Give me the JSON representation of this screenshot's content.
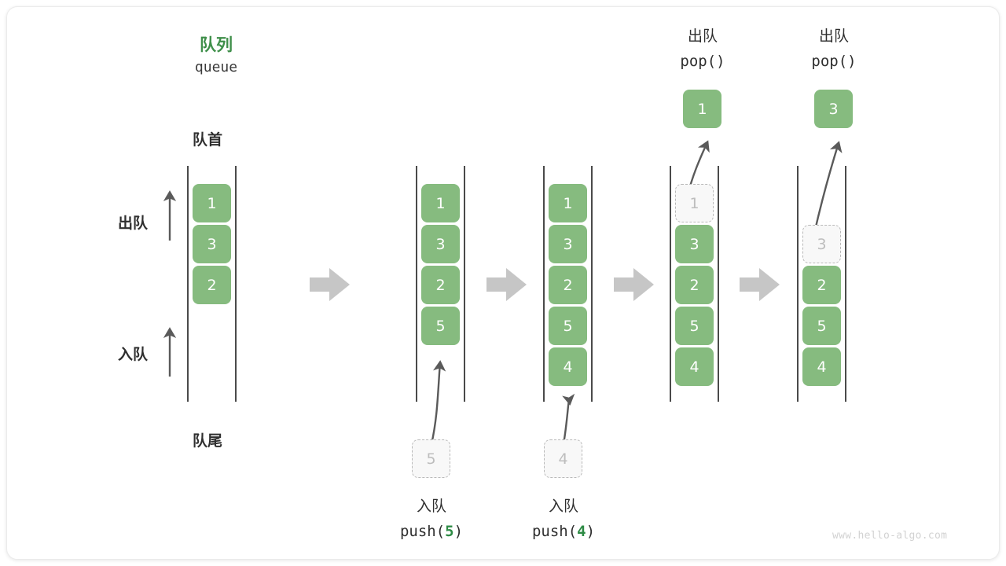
{
  "figure": {
    "title_cn": "队列",
    "title_en": "queue",
    "head_label": "队首",
    "tail_label": "队尾",
    "dequeue_label": "出队",
    "enqueue_label": "入队",
    "watermark": "www.hello-algo.com",
    "accent_green": "#86bb7f",
    "title_green": "#3f8f4a",
    "ghost_grey": "#bdbdbd",
    "arrow_grey": "#c6c6c6",
    "rail_color": "#4a4a4a"
  },
  "steps": [
    {
      "id": "initial",
      "caption_cn": "",
      "caption_code": "",
      "items": [
        {
          "value": "1",
          "state": "filled"
        },
        {
          "value": "3",
          "state": "filled"
        },
        {
          "value": "2",
          "state": "filled"
        }
      ],
      "floating": null,
      "incoming": null
    },
    {
      "id": "push-5",
      "caption_cn": "入队",
      "caption_code_prefix": "push(",
      "caption_code_arg": "5",
      "caption_code_suffix": ")",
      "items": [
        {
          "value": "1",
          "state": "filled"
        },
        {
          "value": "3",
          "state": "filled"
        },
        {
          "value": "2",
          "state": "filled"
        },
        {
          "value": "5",
          "state": "filled"
        }
      ],
      "incoming": {
        "value": "5",
        "state": "ghost"
      }
    },
    {
      "id": "push-4",
      "caption_cn": "入队",
      "caption_code_prefix": "push(",
      "caption_code_arg": "4",
      "caption_code_suffix": ")",
      "items": [
        {
          "value": "1",
          "state": "filled"
        },
        {
          "value": "3",
          "state": "filled"
        },
        {
          "value": "2",
          "state": "filled"
        },
        {
          "value": "5",
          "state": "filled"
        },
        {
          "value": "4",
          "state": "filled"
        }
      ],
      "incoming": {
        "value": "4",
        "state": "ghost"
      }
    },
    {
      "id": "pop-1",
      "header_cn": "出队",
      "header_code": "pop()",
      "items": [
        {
          "value": "1",
          "state": "ghost"
        },
        {
          "value": "3",
          "state": "filled"
        },
        {
          "value": "2",
          "state": "filled"
        },
        {
          "value": "5",
          "state": "filled"
        },
        {
          "value": "4",
          "state": "filled"
        }
      ],
      "popped": {
        "value": "1",
        "state": "filled"
      }
    },
    {
      "id": "pop-3",
      "header_cn": "出队",
      "header_code": "pop()",
      "items": [
        {
          "value": "",
          "state": "empty"
        },
        {
          "value": "3",
          "state": "ghost"
        },
        {
          "value": "2",
          "state": "filled"
        },
        {
          "value": "5",
          "state": "filled"
        },
        {
          "value": "4",
          "state": "filled"
        }
      ],
      "popped": {
        "value": "3",
        "state": "filled"
      }
    }
  ],
  "flow_arrows": 4
}
